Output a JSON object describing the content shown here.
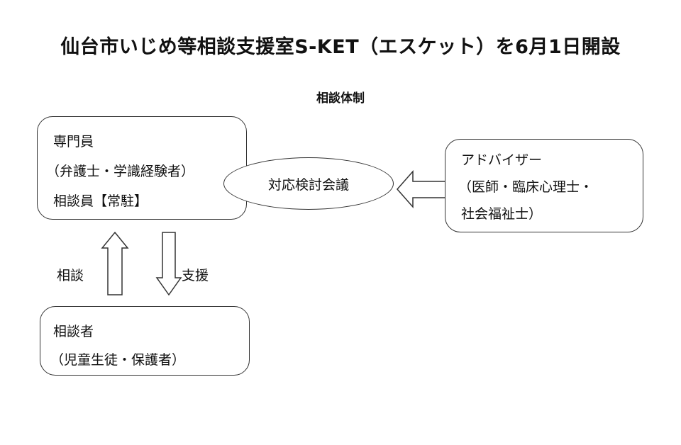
{
  "title": "仙台市いじめ等相談支援室S-KET（エスケット）を6月1日開設",
  "subtitle": "相談体制",
  "staff_box": {
    "line1": "専門員",
    "line2": "（弁護士・学識経験者）",
    "line3": "相談員【常駐】"
  },
  "meeting": {
    "label": "対応検討会議"
  },
  "advisor_box": {
    "line1": "アドバイザー",
    "line2": "（医師・臨床心理士・",
    "line3": "社会福祉士）"
  },
  "consultant_box": {
    "line1": "相談者",
    "line2": "（児童生徒・保護者）"
  },
  "arrows": {
    "up_label": "相談",
    "down_label": "支援"
  }
}
